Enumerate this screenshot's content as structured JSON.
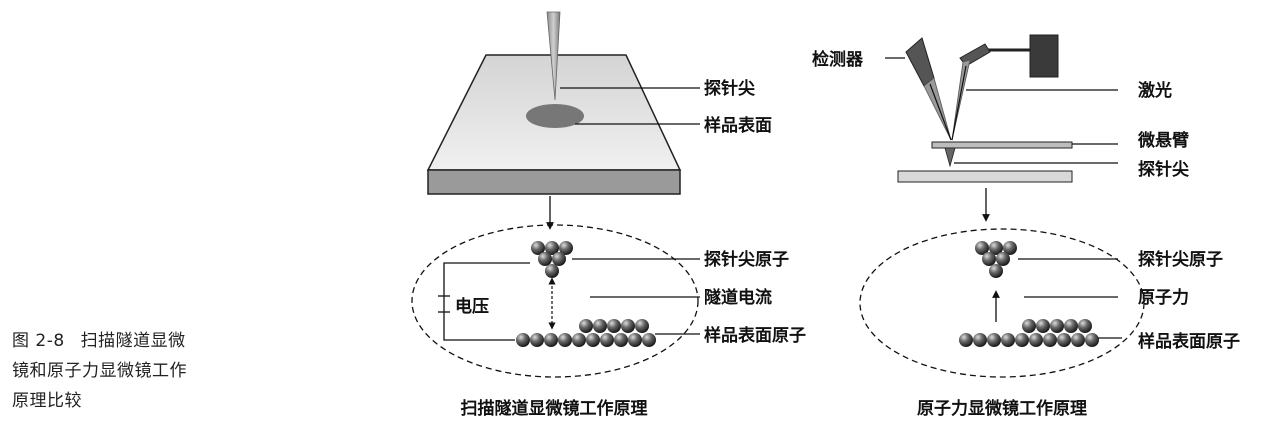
{
  "caption": {
    "number": "图 2-8",
    "lines": [
      "扫描隧道显微",
      "镜和原子力显微镜工作",
      "原理比较"
    ]
  },
  "stm": {
    "title": "扫描隧道显微镜工作原理",
    "labels": {
      "probe_tip": "探针尖",
      "sample_surface": "样品表面",
      "tip_atoms": "探针尖原子",
      "voltage": "电压",
      "tunnel_current": "隧道电流",
      "surface_atoms": "样品表面原子"
    }
  },
  "afm": {
    "title": "原子力显微镜工作原理",
    "labels": {
      "detector": "检测器",
      "laser": "激光",
      "cantilever": "微悬臂",
      "probe_tip": "探针尖",
      "tip_atoms": "探针尖原子",
      "atomic_force": "原子力",
      "surface_atoms": "样品表面原子"
    }
  },
  "colors": {
    "ink": "#111111",
    "plate_top": "#e6e6e6",
    "plate_side": "#9a9a9a",
    "atom": "#555555"
  }
}
